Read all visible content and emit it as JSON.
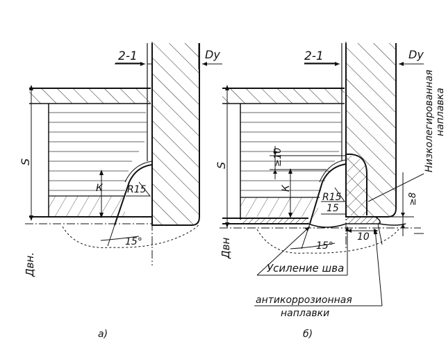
{
  "left_view": {
    "caption": "а)",
    "gap_label": "2-1",
    "dy_label": "Dу",
    "s_label": "S",
    "k_label": "К",
    "radius_label": "R15",
    "angle_label": "15°",
    "dvn_label": "Двн."
  },
  "right_view": {
    "caption": "б)",
    "gap_label": "2-1",
    "dy_label": "Dу",
    "s_label": "S",
    "k_label": "К",
    "min10_label": "≥10",
    "min8_label": "≥8",
    "radius_label": "R15",
    "size15_label": "15",
    "angle_label": "15°",
    "size10_label": "10",
    "dvn_label": "Двн",
    "low_alloy_line1": "Низколегированная",
    "low_alloy_line2": "наплавка",
    "weld_reinforcement": "Усиление шва",
    "anticorrosion_line1": "антикоррозионная",
    "anticorrosion_line2": "наплавки"
  }
}
